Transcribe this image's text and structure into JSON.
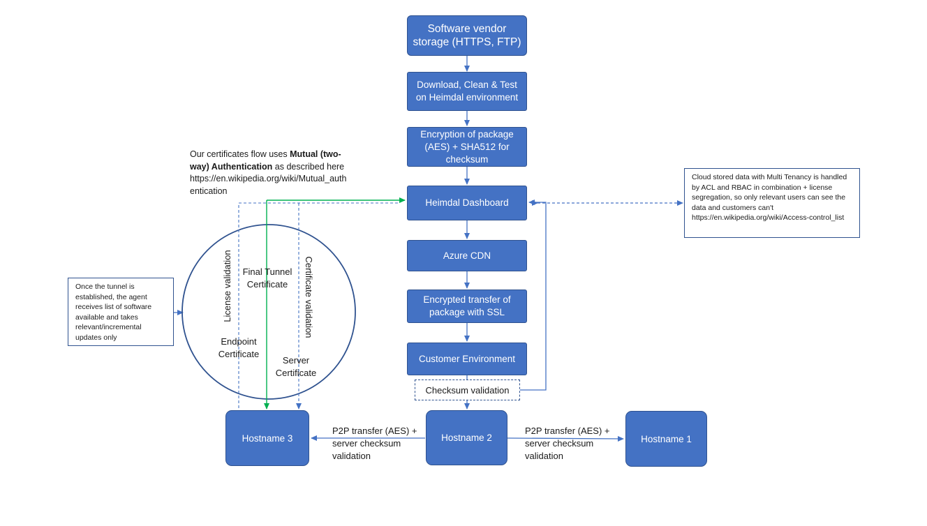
{
  "nodes": {
    "vendor_storage": "Software vendor storage (HTTPS, FTP)",
    "download_clean": "Download, Clean & Test on Heimdal environment",
    "encryption": "Encryption of package (AES) + SHA512 for checksum",
    "dashboard": "Heimdal Dashboard",
    "azure_cdn": "Azure CDN",
    "encrypted_transfer": "Encrypted transfer of package with SSL",
    "customer_env": "Customer Environment",
    "checksum_validation": "Checksum validation",
    "hostname1": "Hostname 1",
    "hostname2": "Hostname 2",
    "hostname3": "Hostname 3"
  },
  "circle": {
    "license_validation": "License validation",
    "final_tunnel_cert": "Final Tunnel Certificate",
    "certificate_validation": "Certificate validation",
    "endpoint_cert": "Endpoint Certificate",
    "server_cert": "Server Certificate"
  },
  "edges": {
    "p2p_left": "P2P transfer (AES) + server checksum validation",
    "p2p_right": "P2P transfer (AES) + server checksum validation"
  },
  "annotations": {
    "mutual_auth_prefix": "Our certificates flow uses ",
    "mutual_auth_bold": "Mutual (two-way) Authentication",
    "mutual_auth_suffix": " as described here",
    "mutual_auth_url": "https://en.wikipedia.org/wiki/Mutual_authentication",
    "multi_tenancy": "Cloud stored data with Multi Tenancy is handled by ACL and RBAC in combination + license segregation, so only relevant users can see the data and customers can't https://en.wikipedia.org/wiki/Access-control_list",
    "tunnel_note": "Once the tunnel is established, the agent receives list of software available and takes relevant/incremental updates only"
  },
  "colors": {
    "box_fill": "#4472c4",
    "box_border": "#2f528f",
    "arrow": "#4472c4",
    "tunnel_arrow": "#00b050"
  }
}
